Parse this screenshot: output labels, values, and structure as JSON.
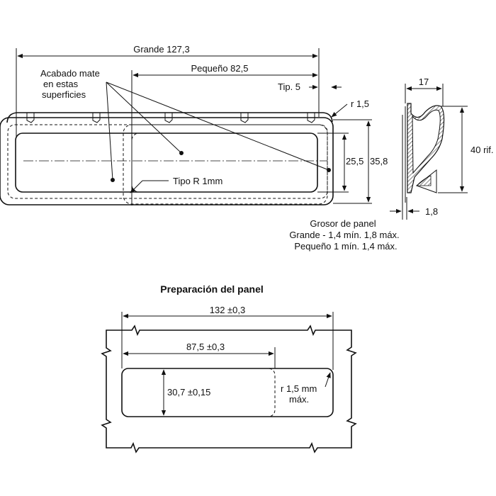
{
  "handle_drawing": {
    "large_length": "Grande 127,3",
    "small_length": "Pequeño 82,5",
    "tip": "Tip. 5",
    "radius": "r 1,5",
    "finish_line1": "Acabado mate",
    "finish_line2": "en estas",
    "finish_line3": "superficies",
    "inner_height": "25,5",
    "outer_height": "35,8",
    "type_r": "Tipo R 1mm"
  },
  "side_view": {
    "depth": "17",
    "height": "40 rif.",
    "thickness": "1,8"
  },
  "panel_thickness": {
    "title": "Grosor de panel",
    "large": "Grande - 1,4 mín. 1,8 máx.",
    "small": "Pequeño 1 mín. 1,4 máx."
  },
  "panel_prep": {
    "title": "Preparación del panel",
    "large_width": "132 ±0,3",
    "small_width": "87,5 ±0,3",
    "height": "30,7 ±0,15",
    "radius_line1": "r 1,5 mm",
    "radius_line2": "máx."
  }
}
